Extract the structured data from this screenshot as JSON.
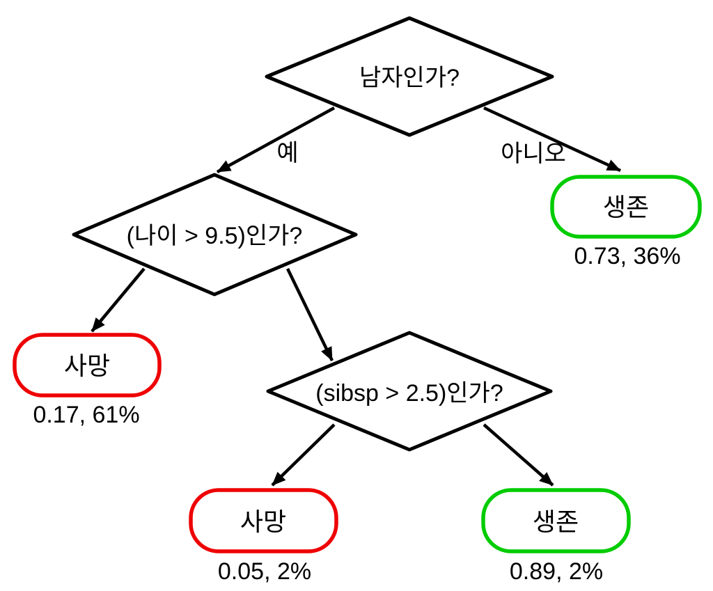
{
  "colors": {
    "line": "#000000",
    "text": "#000000",
    "survive_green": "#00cc00",
    "death_red": "#ee0000",
    "background": "#ffffff"
  },
  "tree": {
    "root": {
      "question": "남자인가?"
    },
    "branch_labels": {
      "yes": "예",
      "no": "아니오"
    },
    "decision_nodes": {
      "age": {
        "question": "(나이 > 9.5)인가?"
      },
      "sibsp": {
        "question": "(sibsp > 2.5)인가?"
      }
    },
    "leaves": {
      "female_survived": {
        "label": "생존",
        "stats": "0.73, 36%",
        "outcome": "survive"
      },
      "adult_male_died": {
        "label": "사망",
        "stats": "0.17, 61%",
        "outcome": "death"
      },
      "high_sibsp_died": {
        "label": "사망",
        "stats": "0.05, 2%",
        "outcome": "death"
      },
      "low_sibsp_survived": {
        "label": "생존",
        "stats": "0.89, 2%",
        "outcome": "survive"
      }
    }
  }
}
